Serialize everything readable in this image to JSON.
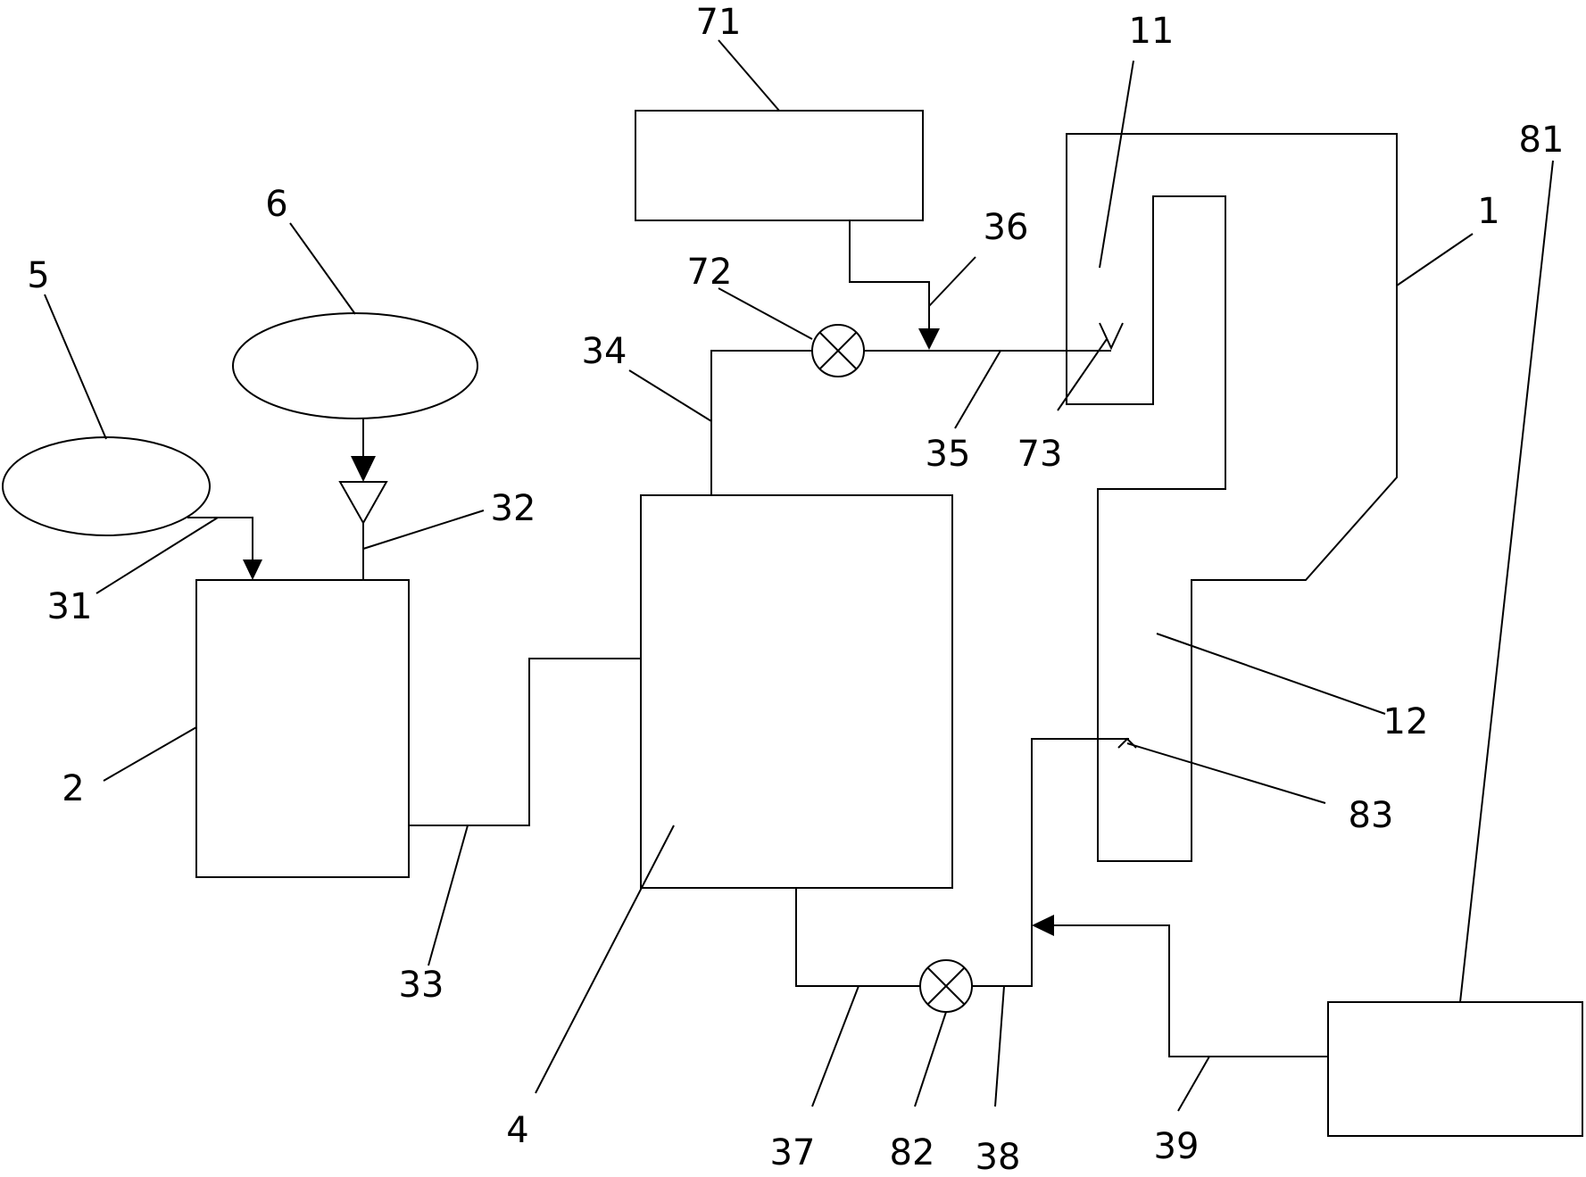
{
  "labels": {
    "l1": "1",
    "l11": "11",
    "l12": "12",
    "l2": "2",
    "l31": "31",
    "l32": "32",
    "l33": "33",
    "l34": "34",
    "l35": "35",
    "l36": "36",
    "l37": "37",
    "l38": "38",
    "l39": "39",
    "l4": "4",
    "l5": "5",
    "l6": "6",
    "l71": "71",
    "l72": "72",
    "l73": "73",
    "l81": "81",
    "l82": "82",
    "l83": "83"
  }
}
